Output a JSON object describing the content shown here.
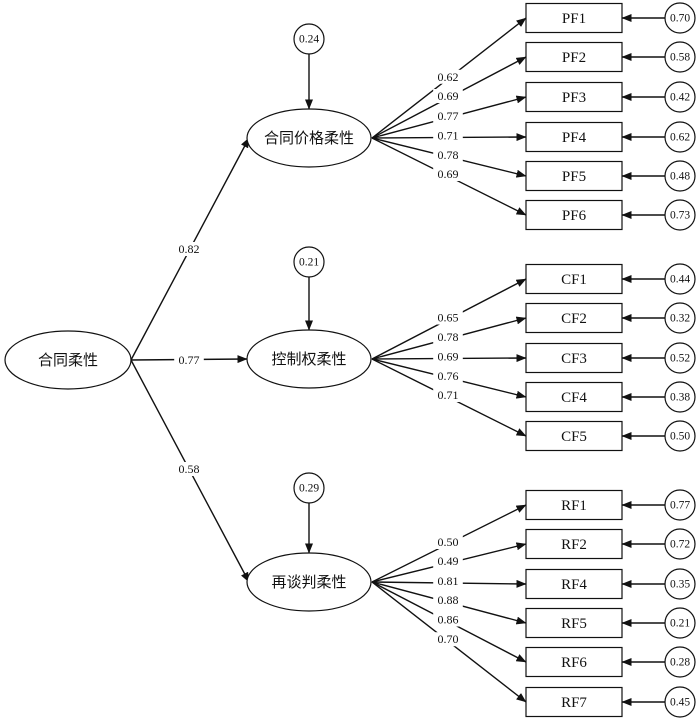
{
  "diagram": {
    "type": "structural-equation-model",
    "root": {
      "label": "合同柔性"
    },
    "factors": [
      {
        "label": "合同价格柔性",
        "path_coef": "0.82",
        "residual": "0.24",
        "indicators": [
          {
            "label": "PF1",
            "loading": "0.62",
            "error": "0.70"
          },
          {
            "label": "PF2",
            "loading": "0.69",
            "error": "0.58"
          },
          {
            "label": "PF3",
            "loading": "0.77",
            "error": "0.42"
          },
          {
            "label": "PF4",
            "loading": "0.71",
            "error": "0.62"
          },
          {
            "label": "PF5",
            "loading": "0.78",
            "error": "0.48"
          },
          {
            "label": "PF6",
            "loading": "0.69",
            "error": "0.73"
          }
        ]
      },
      {
        "label": "控制权柔性",
        "path_coef": "0.77",
        "residual": "0.21",
        "indicators": [
          {
            "label": "CF1",
            "loading": "0.65",
            "error": "0.44"
          },
          {
            "label": "CF2",
            "loading": "0.78",
            "error": "0.32"
          },
          {
            "label": "CF3",
            "loading": "0.69",
            "error": "0.52"
          },
          {
            "label": "CF4",
            "loading": "0.76",
            "error": "0.38"
          },
          {
            "label": "CF5",
            "loading": "0.71",
            "error": "0.50"
          }
        ]
      },
      {
        "label": "再谈判柔性",
        "path_coef": "0.58",
        "residual": "0.29",
        "indicators": [
          {
            "label": "RF1",
            "loading": "0.50",
            "error": "0.77"
          },
          {
            "label": "RF2",
            "loading": "0.49",
            "error": "0.72"
          },
          {
            "label": "RF4",
            "loading": "0.81",
            "error": "0.35"
          },
          {
            "label": "RF5",
            "loading": "0.88",
            "error": "0.21"
          },
          {
            "label": "RF6",
            "loading": "0.86",
            "error": "0.28"
          },
          {
            "label": "RF7",
            "loading": "0.70",
            "error": "0.45"
          }
        ]
      }
    ]
  }
}
